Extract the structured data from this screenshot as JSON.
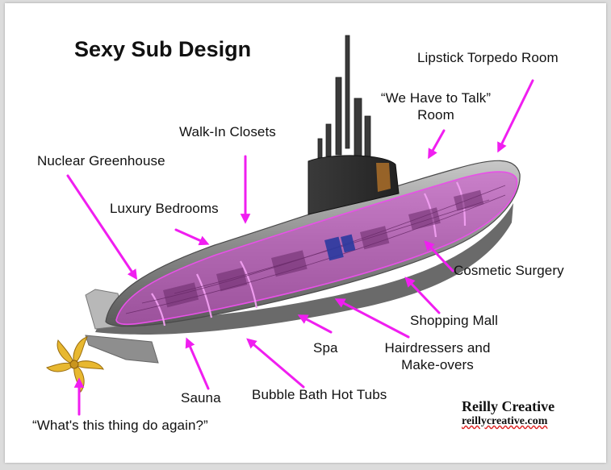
{
  "title": "Sexy Sub Design",
  "labels": {
    "lipstick": "Lipstick Torpedo Room",
    "talk_line1": "“We Have to Talk”",
    "talk_line2": "Room",
    "closets": "Walk-In Closets",
    "greenhouse": "Nuclear Greenhouse",
    "bedrooms": "Luxury Bedrooms",
    "surgery": "Cosmetic Surgery",
    "mall": "Shopping Mall",
    "hair_line1": "Hairdressers and",
    "hair_line2": "Make-overs",
    "spa": "Spa",
    "sauna": "Sauna",
    "hottubs": "Bubble Bath Hot Tubs",
    "thing": "“What's this thing do again?”"
  },
  "brand": {
    "name": "Reilly Creative",
    "url": "reillycreative.com"
  },
  "colors": {
    "arrow": "#f01ef0",
    "overlay": "#d24bd2",
    "hull": "#9a9a9a",
    "propeller": "#e8b830"
  }
}
